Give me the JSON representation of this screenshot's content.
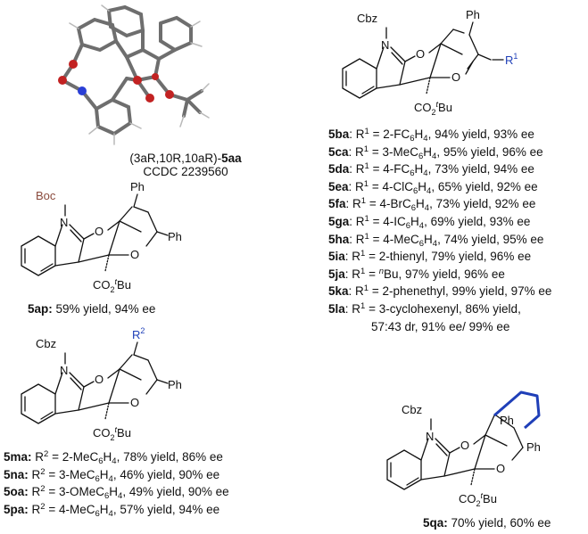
{
  "crystal": {
    "config": "(3aR,10R,10aR)-",
    "compound": "5aa",
    "ccdc": "CCDC 2239560"
  },
  "labels": {
    "cbz": "Cbz",
    "boc": "Boc",
    "n": "N",
    "o": "O",
    "ph": "Ph",
    "r1": "R",
    "r2": "R",
    "co2": "CO",
    "tbu": "Bu"
  },
  "ap": {
    "id": "5ap:",
    "text": " 59% yield, 94% ee"
  },
  "ba_series": [
    {
      "id": "5ba",
      "sub": "2-FC",
      "tail": ", 94% yield, 93% ee"
    },
    {
      "id": "5ca",
      "sub": "3-MeC",
      "tail": ", 95% yield, 96% ee"
    },
    {
      "id": "5da",
      "sub": "4-FC",
      "tail": ", 73% yield, 94% ee"
    },
    {
      "id": "5ea",
      "sub": "4-ClC",
      "tail": ", 65% yield, 92% ee"
    },
    {
      "id": "5fa",
      "sub": "4-BrC",
      "tail": ", 73% yield, 92% ee"
    },
    {
      "id": "5ga",
      "sub": "4-IC",
      "tail": ", 69% yield, 93% ee"
    },
    {
      "id": "5ha",
      "sub": "4-MeC",
      "tail": ", 74% yield, 95% ee"
    },
    {
      "id": "5ia",
      "sub": "2-thienyl, 79% yield, 96% ee"
    },
    {
      "id": "5ja",
      "sub": "Bu, 97% yield, 96% ee"
    },
    {
      "id": "5ka",
      "sub": "2-phenethyl, 99% yield, 97% ee"
    },
    {
      "id": "5la",
      "sub": "3-cyclohexenyl, 86% yield,"
    }
  ],
  "la_line2": "57:43 dr,  91% ee/ 99% ee",
  "ma_series": [
    {
      "id": "5ma:",
      "sub": "2-MeC",
      "tail": ", 78% yield, 86% ee"
    },
    {
      "id": "5na:",
      "sub": "3-MeC",
      "tail": ", 46% yield, 90% ee"
    },
    {
      "id": "5oa:",
      "sub": "3-OMeC",
      "tail": ", 49% yield, 90% ee"
    },
    {
      "id": "5pa:",
      "sub": "4-MeC",
      "tail": ", 57% yield, 94% ee"
    }
  ],
  "qa": {
    "id": "5qa:",
    "text": " 70% yield, 60% ee"
  }
}
